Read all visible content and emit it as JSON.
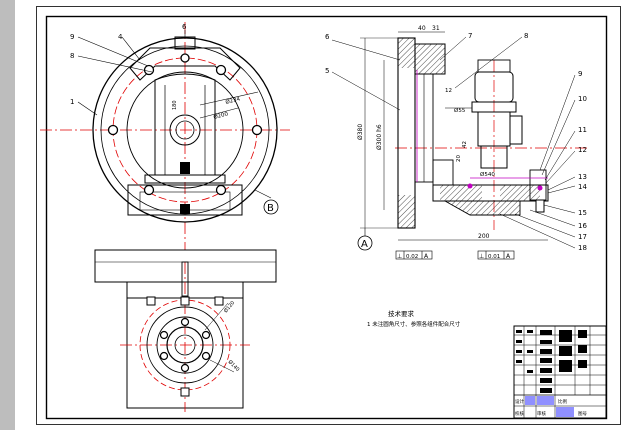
{
  "colors": {
    "background": "#bdbdbd",
    "sheet": "#ffffff",
    "line": "#000000",
    "center_line": "#e00000",
    "hidden_line": "#e00000",
    "magenta": "#c000c0",
    "blue": "#0000c0"
  },
  "left_view": {
    "callouts": [
      "9",
      "4",
      "6",
      "8",
      "1"
    ],
    "datum": "B",
    "dims": [
      "Ø234",
      "Ø200",
      "180"
    ]
  },
  "right_view": {
    "callouts_left": [
      "6",
      "5"
    ],
    "callouts_top": [
      "7",
      "8"
    ],
    "callouts_right": [
      "9",
      "10",
      "11",
      "12",
      "13",
      "14",
      "15",
      "16",
      "17",
      "18"
    ],
    "dim_top": [
      "40",
      "31"
    ],
    "dim_vertical_outer": "Ø380",
    "dim_vertical_inner": "Ø300 h6",
    "dim_mid": [
      "Ø55",
      "12",
      "Ø540",
      "20",
      "42"
    ],
    "dim_bottom": "200",
    "datum": "A",
    "tolerance_left": [
      "⊥",
      "0.02",
      "A"
    ],
    "tolerance_right": [
      "⊥",
      "0.01",
      "A"
    ]
  },
  "bottom_view": {
    "dims": [
      "Ø120",
      "Ø140"
    ]
  },
  "notes": {
    "title": "技术要求",
    "line1": "1  未注圆角尺寸、参照各组件配合尺寸"
  },
  "title_block": {
    "cells": [
      "设计",
      "校核",
      "审核",
      "比例",
      "图号"
    ]
  }
}
